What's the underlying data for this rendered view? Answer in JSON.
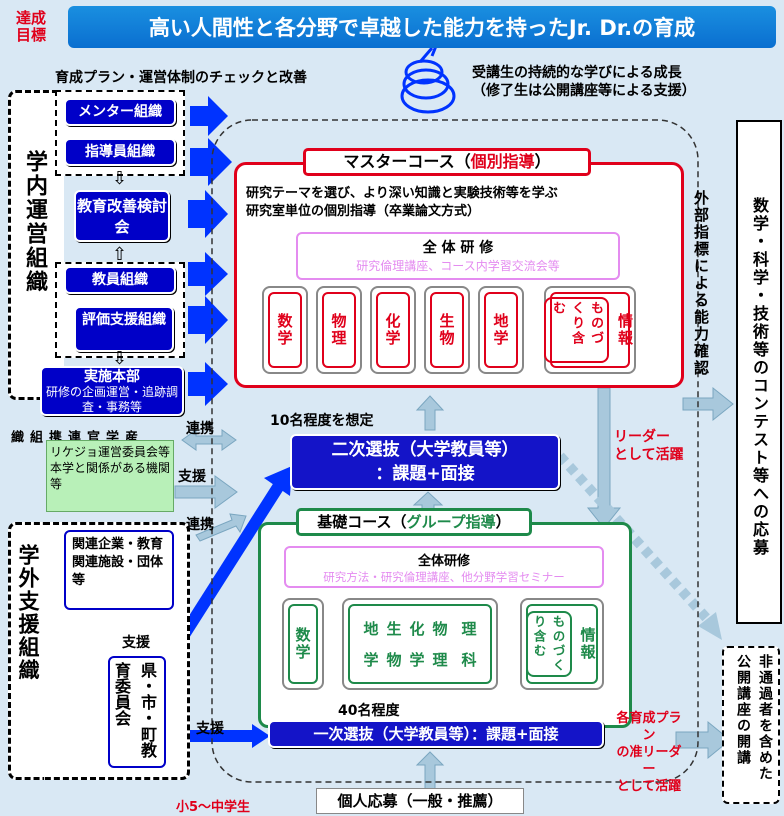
{
  "goal_label": "達成\n目標",
  "banner": "高い人間性と各分野で卓越した能力を持ったJr. Dr.の育成",
  "check_label": "育成プラン・運営体制のチェックと改善",
  "growth_label": "受講生の持続的な学びによる成長\n（修了生は公開講座等による支援）",
  "internal": {
    "label": "学内運営組織",
    "boxes": [
      "メンター組織",
      "指導員組織",
      "教育改善検討会",
      "教員組織",
      "評価支援組織"
    ],
    "honbu_title": "実施本部",
    "honbu_desc": "研修の企画運営・追跡調査・事務等"
  },
  "master": {
    "title_black": "マスターコース（",
    "title_red": "個別指導",
    "title_end": "）",
    "desc": "研究テーマを選び、より深い知識と実験技術等を学ぶ\n研究室単位の個別指導（卒業論文方式）",
    "training_title": "全 体 研 修",
    "training_sub": "研究倫理講座、コース内学習交流会等",
    "subjects": [
      "数学",
      "物理",
      "化学",
      "生物",
      "地学"
    ],
    "info_main": "情報",
    "info_sub": "ものづくり含む"
  },
  "ten_label": "10名程度を想定",
  "second_selection": "二次選抜（大学教員等）\n：課題+面接",
  "leader_label": "リーダー\nとして活躍",
  "external_check": "外部指標による能力確認",
  "contest": "数学・科学・技術等のコンテスト等への応募",
  "coop": {
    "label": "産学官連携組織",
    "box": "リケジョ運営委員会等\n本学と関係がある機関等",
    "renkei1": "連携",
    "shien1": "支援",
    "renkei2": "連携"
  },
  "basic": {
    "title_black": "基礎コース（",
    "title_green": "グループ指導",
    "title_end": "）",
    "training_title": "全体研修",
    "training_sub": "研究方法・研究倫理講座、他分野学習セミナー",
    "math": "数学",
    "science_top": [
      "地",
      "生",
      "化",
      "物",
      "理"
    ],
    "science_bottom": [
      "学",
      "物",
      "学",
      "理",
      "科"
    ],
    "info_main": "情報",
    "info_sub": "ものづくり含む"
  },
  "outside": {
    "label": "学外支援組織",
    "company": "関連企業・教育関連施設・団体等",
    "shien_label": "支援",
    "edu_board": "県・市・町教育委員会"
  },
  "forty_label": "40名程度",
  "shien_bottom": "支援",
  "first_selection": "一次選抜（大学教員等）：課題+面接",
  "jun_leader": "各育成プラン\nの准リーダー\nとして活躍",
  "open_lecture": "非通過者を含めた公開講座の開講",
  "age_label": "小5〜中学生",
  "apply": "個人応募（一般・推薦）",
  "colors": {
    "navy": "#0000c8",
    "red": "#e0001b",
    "green": "#1e8a4a",
    "bg": "#d9e8f4",
    "arrow_blue": "#0033ff",
    "arrow_light": "#a8c8dc"
  }
}
